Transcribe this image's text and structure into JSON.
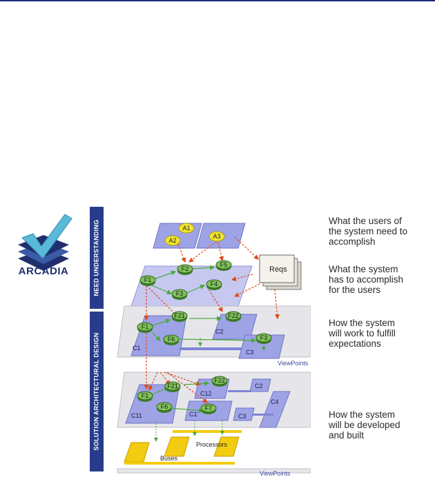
{
  "brand": {
    "name": "ARCADIA"
  },
  "bands": {
    "need": "NEED UNDERSTANDING",
    "solution": "SOLUTION ARCHITECTURAL DESIGN"
  },
  "descriptions": [
    "What the users of\nthe system need to\naccomplish",
    "What the system\nhas to accomplish\nfor the users",
    "How the system\nwill work to fulfill\nexpectations",
    "How the system\nwill be developed\nand built"
  ],
  "diagram": {
    "operational_nodes": [
      "A1",
      "A2",
      "A3"
    ],
    "system_functions": [
      "F1",
      "F2",
      "F3",
      "F4",
      "F5"
    ],
    "requirements_label": "Reqs",
    "logical_functions": [
      "F1",
      "F21",
      "F22",
      "F6",
      "F3"
    ],
    "logical_components": [
      "C1",
      "C2",
      "C3"
    ],
    "physical_functions": [
      "F1",
      "F21",
      "F22",
      "F6",
      "F7"
    ],
    "physical_components": [
      "C11",
      "C12",
      "C1'",
      "C2",
      "C3",
      "C4"
    ],
    "viewpoints_label": "ViewPoints",
    "buses_label": "Buses",
    "processors_label": "Processors"
  },
  "colors": {
    "band": "#283c8c",
    "platform": "#9ea3e6",
    "function_node": "#7fc25a",
    "actor_node": "#f2e430",
    "flow_arrow": "#e04a1a",
    "hardware": "#f2cc10"
  }
}
